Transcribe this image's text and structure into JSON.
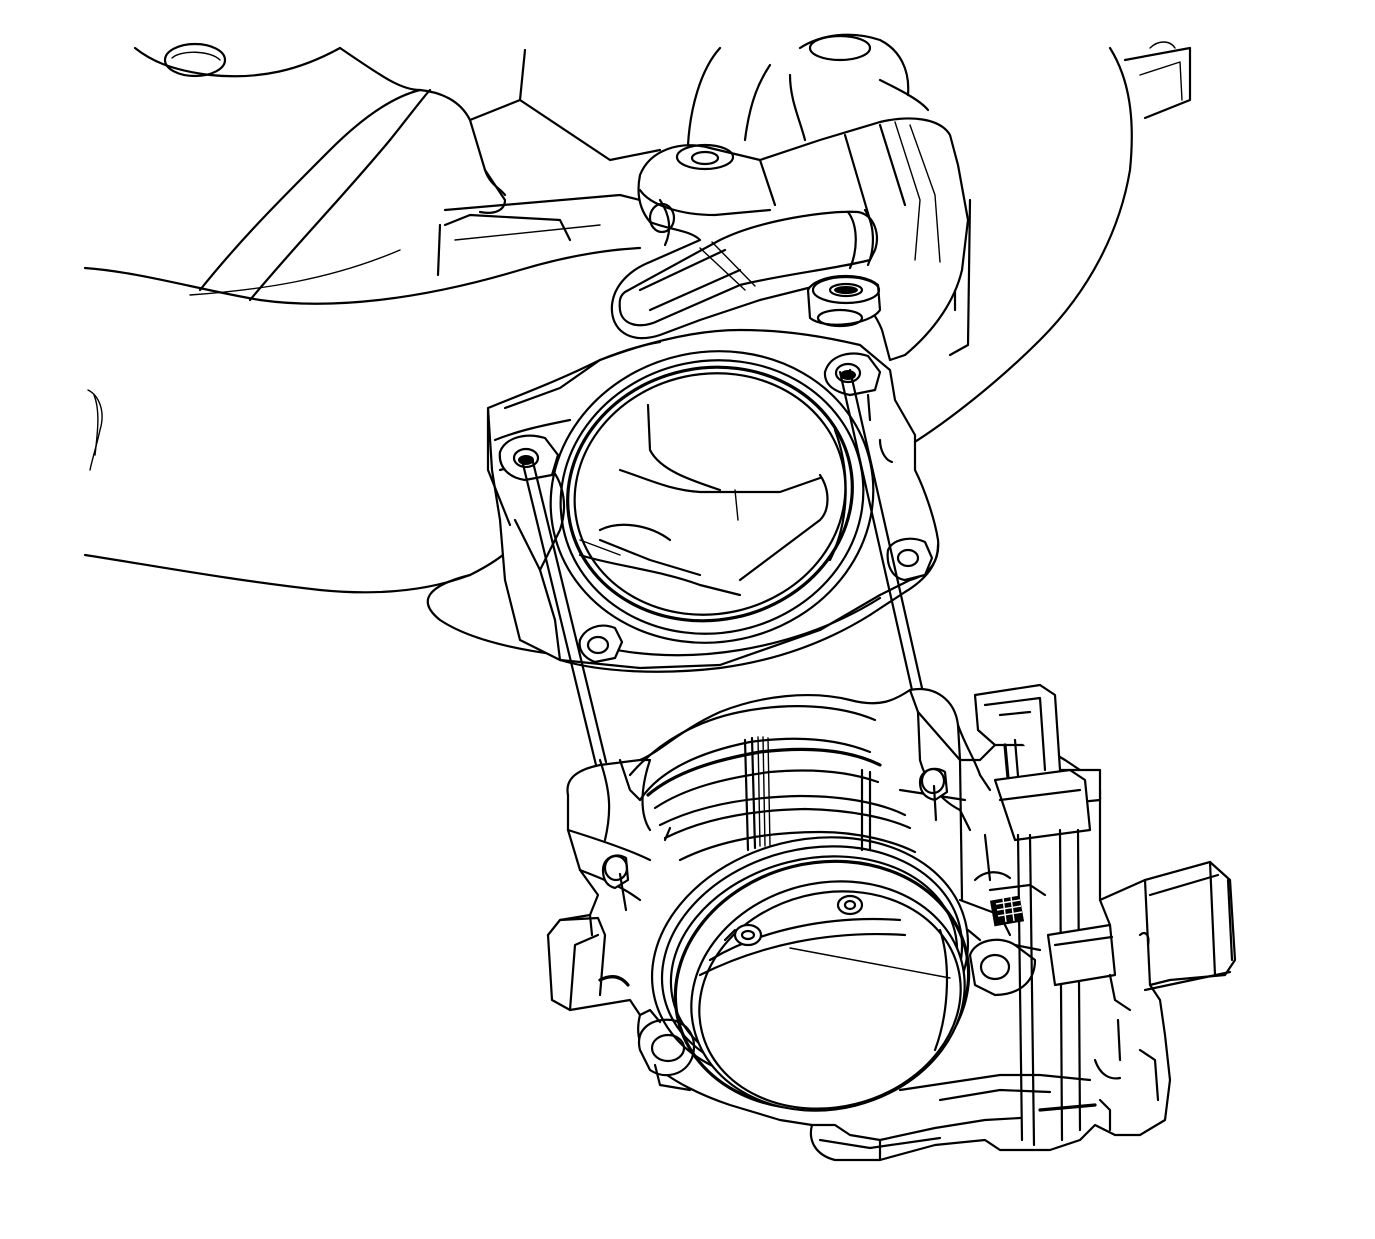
{
  "figure": {
    "kind": "line-art exploded view",
    "components": [
      "intake-manifold",
      "gasket",
      "throttle-body",
      "mounting-bolts"
    ],
    "colors": {
      "line": "#000000",
      "background": "#ffffff"
    }
  }
}
